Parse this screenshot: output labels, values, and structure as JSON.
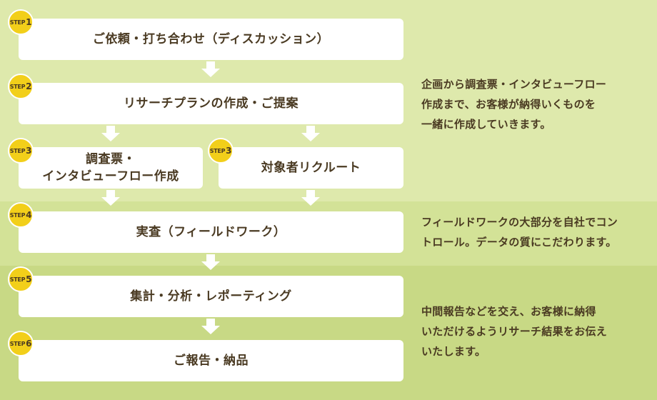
{
  "steps": [
    {
      "badge_label": "STEP",
      "badge_num": "1",
      "text": "ご依頼・打ち合わせ（ディスカッション）"
    },
    {
      "badge_label": "STEP",
      "badge_num": "2",
      "text": "リサーチプランの作成・ご提案"
    },
    {
      "badge_label": "STEP",
      "badge_num": "3",
      "text": "調査票・\nインタビューフロー作成"
    },
    {
      "badge_label": "STEP",
      "badge_num": "3",
      "text": "対象者リクルート"
    },
    {
      "badge_label": "STEP",
      "badge_num": "4",
      "text": "実査（フィールドワーク）"
    },
    {
      "badge_label": "STEP",
      "badge_num": "5",
      "text": "集計・分析・レポーティング"
    },
    {
      "badge_label": "STEP",
      "badge_num": "6",
      "text": "ご報告・納品"
    }
  ],
  "notes": [
    "企画から調査票・インタビューフロー\n作成まで、お客様が納得いくものを\n一緒に作成していきます。",
    "フィールドワークの大部分を自社でコン\nトロール。データの質にこだわります。",
    "中間報告などを交え、お客様に納得\nいただけるようリサーチ結果をお伝え\nいたします。"
  ],
  "colors": {
    "badge": "#f2cf1a",
    "text": "#4a3a22",
    "band_top": "#dee9ac",
    "band_middle": "#d3e297",
    "band_bottom": "#c8d985"
  }
}
